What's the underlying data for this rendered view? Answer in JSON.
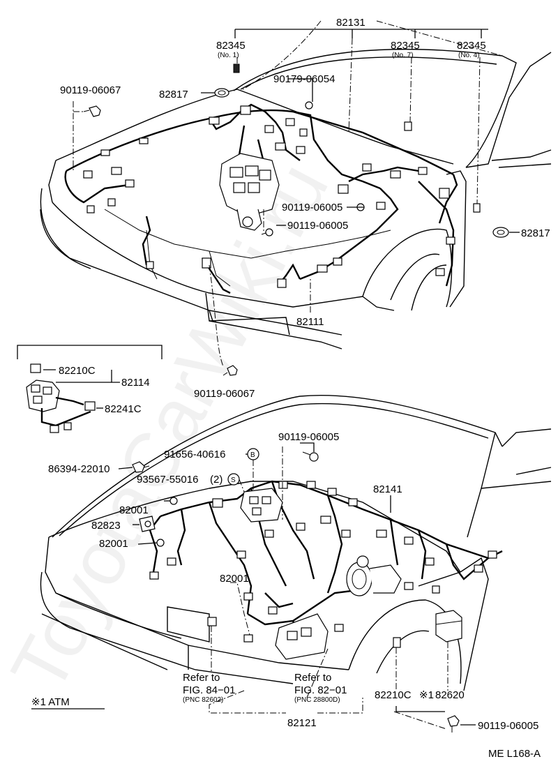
{
  "diagram_id": "ME L168-A",
  "watermark": "ToyotaCarWiki.ru",
  "upper_assembly": {
    "parts": {
      "p82131": "82131",
      "p82345_no1": "82345",
      "p82345_no1_note": "(No. 1)",
      "p82345_no7": "82345",
      "p82345_no7_note": "(No. 7)",
      "p82345_no4": "82345",
      "p82345_no4_note": "(No. 4)",
      "p90119_06067_a": "90119-06067",
      "p82817_left": "82817",
      "p90179_06054": "90179-06054",
      "p90119_06005_a": "90119-06005",
      "p90119_06005_b": "90119-06005",
      "p82817_right": "82817",
      "p82111": "82111",
      "p90119_06067_b": "90119-06067"
    }
  },
  "inset_box": {
    "note": "※1 ATM",
    "parts": {
      "p82210c": "82210C",
      "p82114": "82114",
      "p82241c": "82241C"
    }
  },
  "lower_assembly": {
    "parts": {
      "p90119_06005_c": "90119-06005",
      "p91656_40616": "91656-40616",
      "marker_b": "B",
      "p86394_22010": "86394-22010",
      "p93567_55016": "93567-55016",
      "p93567_qty": "(2)",
      "marker_s": "S",
      "p82001_a": "82001",
      "p82823": "82823",
      "p82001_b": "82001",
      "p82141": "82141",
      "p82001_c": "82001",
      "p82121": "82121",
      "p82210c_b": "82210C",
      "asterisk_ref": "※1",
      "p82620": "82620",
      "p90119_06005_d": "90119-06005"
    },
    "refer_left": {
      "line1": "Refer to",
      "line2": "FIG. 84−01",
      "line3": "(PNC 82602)"
    },
    "refer_right": {
      "line1": "Refer to",
      "line2": "FIG. 82−01",
      "line3": "(PNC 28800D)"
    }
  }
}
